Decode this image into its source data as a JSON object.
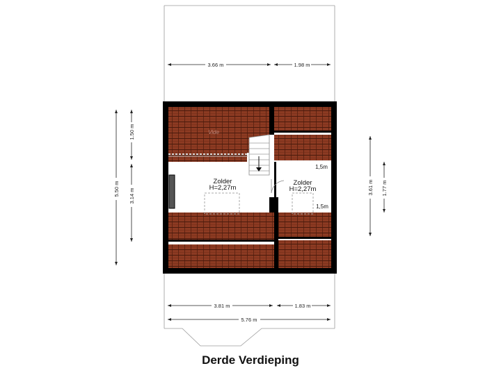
{
  "title": "Derde Verdieping",
  "rooms": [
    {
      "name": "Zolder",
      "height": "H=2,27m"
    },
    {
      "name": "Zolder",
      "height": "H=2,27m"
    }
  ],
  "roof_label": "Vide",
  "slope_labels": [
    "1,5m",
    "1,5m"
  ],
  "dimensions": {
    "top": [
      "3.66 m",
      "1.98 m"
    ],
    "bottom": [
      "3.81 m",
      "1.83 m"
    ],
    "bottom_total": "5.76 m",
    "left_total": "5.50 m",
    "left_parts": [
      "1.50 m",
      "3.14 m"
    ],
    "right": [
      "3.61 m",
      "1.77 m"
    ]
  },
  "colors": {
    "tile": "#8c3a22",
    "tile_line": "#4a1a0c",
    "wall": "#000000",
    "line": "#9a9a9a"
  }
}
